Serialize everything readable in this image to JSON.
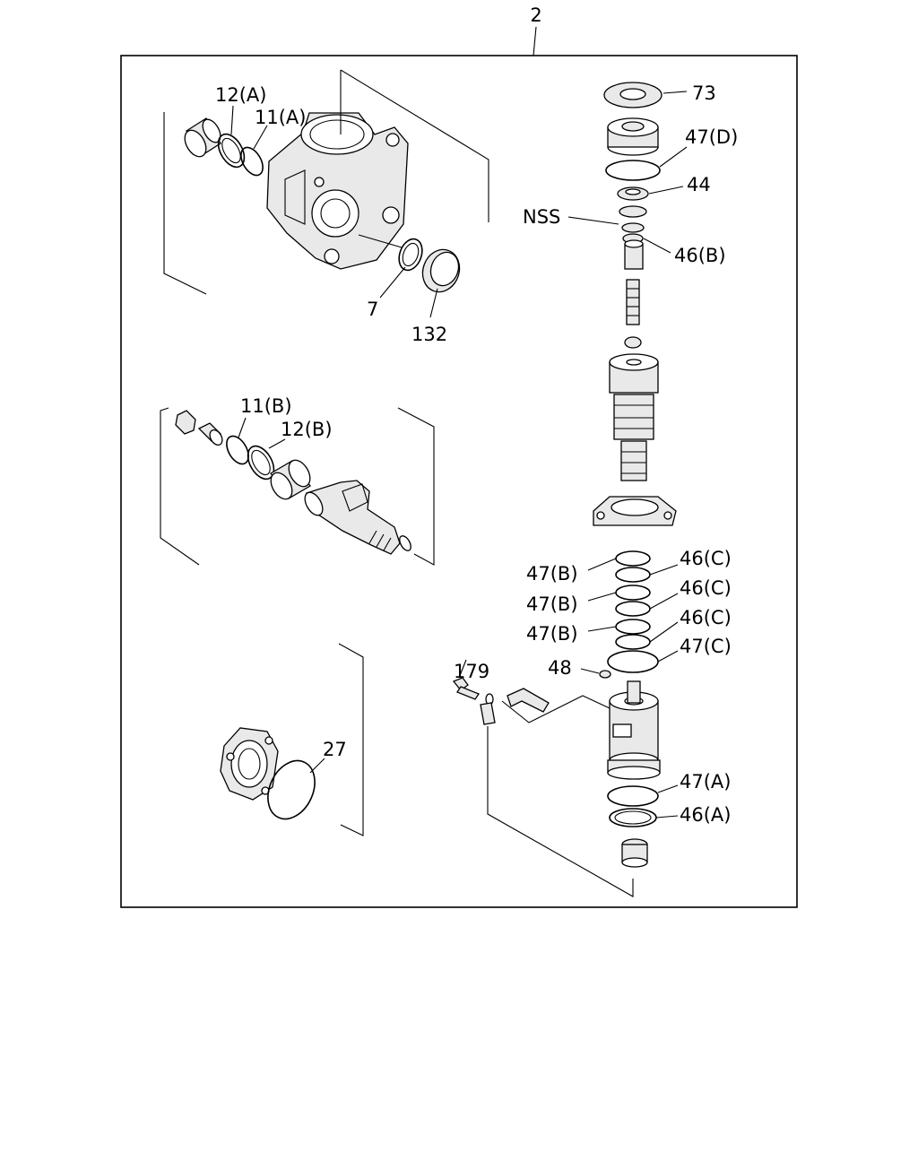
{
  "assembly_label": "2",
  "callouts": {
    "c73": "73",
    "c47D": "47(D)",
    "c44": "44",
    "cNSS": "NSS",
    "c46B": "46(B)",
    "c12A": "12(A)",
    "c11A": "11(A)",
    "c7": "7",
    "c132": "132",
    "c11B": "11(B)",
    "c12B": "12(B)",
    "c47B1": "47(B)",
    "c47B2": "47(B)",
    "c47B3": "47(B)",
    "c46C1": "46(C)",
    "c46C2": "46(C)",
    "c46C3": "46(C)",
    "c47C": "47(C)",
    "c179": "179",
    "c48": "48",
    "c27": "27",
    "c47A": "47(A)",
    "c46A": "46(A)"
  }
}
